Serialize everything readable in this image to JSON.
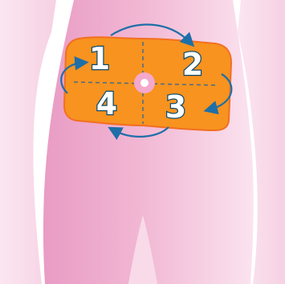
{
  "diagram": {
    "quadrants": [
      {
        "label": "1"
      },
      {
        "label": "2"
      },
      {
        "label": "3"
      },
      {
        "label": "4"
      }
    ],
    "colors": {
      "background": "#ffffff",
      "body_light": "#f8d7e8",
      "body_mid": "#f1b6d3",
      "body_dark": "#e99cc4",
      "patch_fill": "#f7931e",
      "patch_border": "#f26f22",
      "guide_lines": "#4a6b87",
      "navel_outer": "#f4a8cc",
      "navel_inner": "#ffffff",
      "arrow": "#1e6fa8",
      "number_fill": "#ffffff",
      "number_outline": "#0d4a6e"
    },
    "icons": {
      "rotation_arrows": "curved-arrow-icon",
      "navel": "navel-dot-icon"
    }
  }
}
